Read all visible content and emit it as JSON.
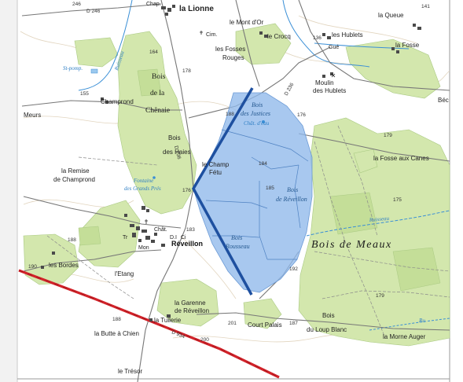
{
  "map": {
    "places": [
      {
        "id": "la-lionne",
        "text": "la Lionne"
      },
      {
        "id": "le-mont-dor",
        "text": "le Mont d'Or"
      },
      {
        "id": "le-crocq",
        "text": "le Crocq"
      },
      {
        "id": "les-hublets",
        "text": "les Hublets"
      },
      {
        "id": "la-queue",
        "text": "la Queue"
      },
      {
        "id": "la-fosse",
        "text": "la Fosse"
      },
      {
        "id": "les-fosses",
        "text": "les Fosses"
      },
      {
        "id": "rouges",
        "text": "Rouges"
      },
      {
        "id": "moulin",
        "text": "Moulin"
      },
      {
        "id": "des-hublets",
        "text": "des Hublets"
      },
      {
        "id": "champrond",
        "text": "Champrond"
      },
      {
        "id": "meurs",
        "text": "Meurs"
      },
      {
        "id": "la-remise",
        "text": "la Remise"
      },
      {
        "id": "de-champrond",
        "text": "de Champrond"
      },
      {
        "id": "le-champ",
        "text": "le Champ"
      },
      {
        "id": "fetu",
        "text": "Fétu"
      },
      {
        "id": "la-fosse-aux-canes",
        "text": "la Fosse aux Canes"
      },
      {
        "id": "les-bordes",
        "text": "les Bordes"
      },
      {
        "id": "letang",
        "text": "l'Etang"
      },
      {
        "id": "la-garenne",
        "text": "la Garenne"
      },
      {
        "id": "de-reveillon-g",
        "text": "de Réveillon"
      },
      {
        "id": "la-tuilerie",
        "text": "la Tuilerie"
      },
      {
        "id": "la-butte",
        "text": "la Butte à Chien"
      },
      {
        "id": "court-palais",
        "text": "Court Palais"
      },
      {
        "id": "la-morne-auger",
        "text": "la Morne Auger"
      },
      {
        "id": "le-tresor",
        "text": "le Trésor"
      },
      {
        "id": "bec",
        "text": "Béc"
      },
      {
        "id": "guie",
        "text": "Gué"
      }
    ],
    "town": {
      "text": "Réveillon"
    },
    "forests": [
      {
        "id": "bois-chenaie-1",
        "text": "Bois"
      },
      {
        "id": "bois-chenaie-2",
        "text": "de la"
      },
      {
        "id": "bois-chenaie-3",
        "text": "Chênaie"
      },
      {
        "id": "bois-haies-1",
        "text": "Bois"
      },
      {
        "id": "bois-haies-2",
        "text": "des Haies"
      },
      {
        "id": "bois-loup-1",
        "text": "Bois"
      },
      {
        "id": "bois-loup-2",
        "text": "du Loup Blanc"
      }
    ],
    "forest_big": {
      "text": "Bois de Meaux"
    },
    "zone_labels": [
      {
        "id": "bois-justices-1",
        "text": "Bois"
      },
      {
        "id": "bois-justices-2",
        "text": "des Justices"
      },
      {
        "id": "chat-deau",
        "text": "Chât. d'eau"
      },
      {
        "id": "bois-reveillon-1",
        "text": "Bois"
      },
      {
        "id": "bois-reveillon-2",
        "text": "de Réveillon"
      },
      {
        "id": "bois-rousseau-1",
        "text": "Bois"
      },
      {
        "id": "bois-rousseau-2",
        "text": "Rousseau"
      }
    ],
    "water_labels": [
      {
        "id": "ruisseau-n",
        "text": "Ruisseau"
      },
      {
        "id": "ruisseau-e",
        "text": "Ruisseau"
      },
      {
        "id": "fontaine-1",
        "text": "Fontaine"
      },
      {
        "id": "fontaine-2",
        "text": "des Grands Prés"
      },
      {
        "id": "st-pomp",
        "text": "St-pomp."
      },
      {
        "id": "ru",
        "text": "Ru"
      }
    ],
    "altitudes": [
      {
        "id": "a246",
        "text": "246"
      },
      {
        "id": "a164",
        "text": "164"
      },
      {
        "id": "a178",
        "text": "178"
      },
      {
        "id": "a155",
        "text": "155"
      },
      {
        "id": "a188a",
        "text": "188"
      },
      {
        "id": "a176",
        "text": "176"
      },
      {
        "id": "a184",
        "text": "184"
      },
      {
        "id": "a185",
        "text": "185"
      },
      {
        "id": "a183",
        "text": "183"
      },
      {
        "id": "a192",
        "text": "192"
      },
      {
        "id": "a188b",
        "text": "188"
      },
      {
        "id": "a190",
        "text": "190"
      },
      {
        "id": "a201",
        "text": "201"
      },
      {
        "id": "a200",
        "text": "200"
      },
      {
        "id": "a187",
        "text": "187"
      },
      {
        "id": "a179a",
        "text": "179"
      },
      {
        "id": "a179b",
        "text": "179"
      },
      {
        "id": "a175",
        "text": "175"
      },
      {
        "id": "a141",
        "text": "141"
      },
      {
        "id": "a136",
        "text": "136"
      },
      {
        "id": "a176b",
        "text": "176"
      },
      {
        "id": "a188c",
        "text": "188"
      }
    ],
    "roads": [
      {
        "id": "d246",
        "text": "D 246"
      },
      {
        "id": "d236a",
        "text": "D 236"
      },
      {
        "id": "d236b",
        "text": "D 236"
      },
      {
        "id": "d934",
        "text": "D 934"
      }
    ],
    "small_marks": [
      {
        "id": "cim",
        "text": "Cim."
      },
      {
        "id": "tr",
        "text": "Tr"
      },
      {
        "id": "chat",
        "text": "Chât."
      },
      {
        "id": "mon",
        "text": "Mon"
      },
      {
        "id": "dl",
        "text": "D.I"
      },
      {
        "id": "ci",
        "text": "Ci"
      },
      {
        "id": "chap",
        "text": "Chap."
      }
    ],
    "colors": {
      "paper": "#ffffff",
      "forest": "#d3e7ad",
      "forest_dark": "#c4de98",
      "zone_fill": "#8fb8ea",
      "zone_stroke": "#5f90cf",
      "boundary": "#1e50a0",
      "railway": "#d2232a",
      "water": "#3a8fd6",
      "road": "#6a6a6a",
      "contour": "#d8c9b0"
    }
  }
}
